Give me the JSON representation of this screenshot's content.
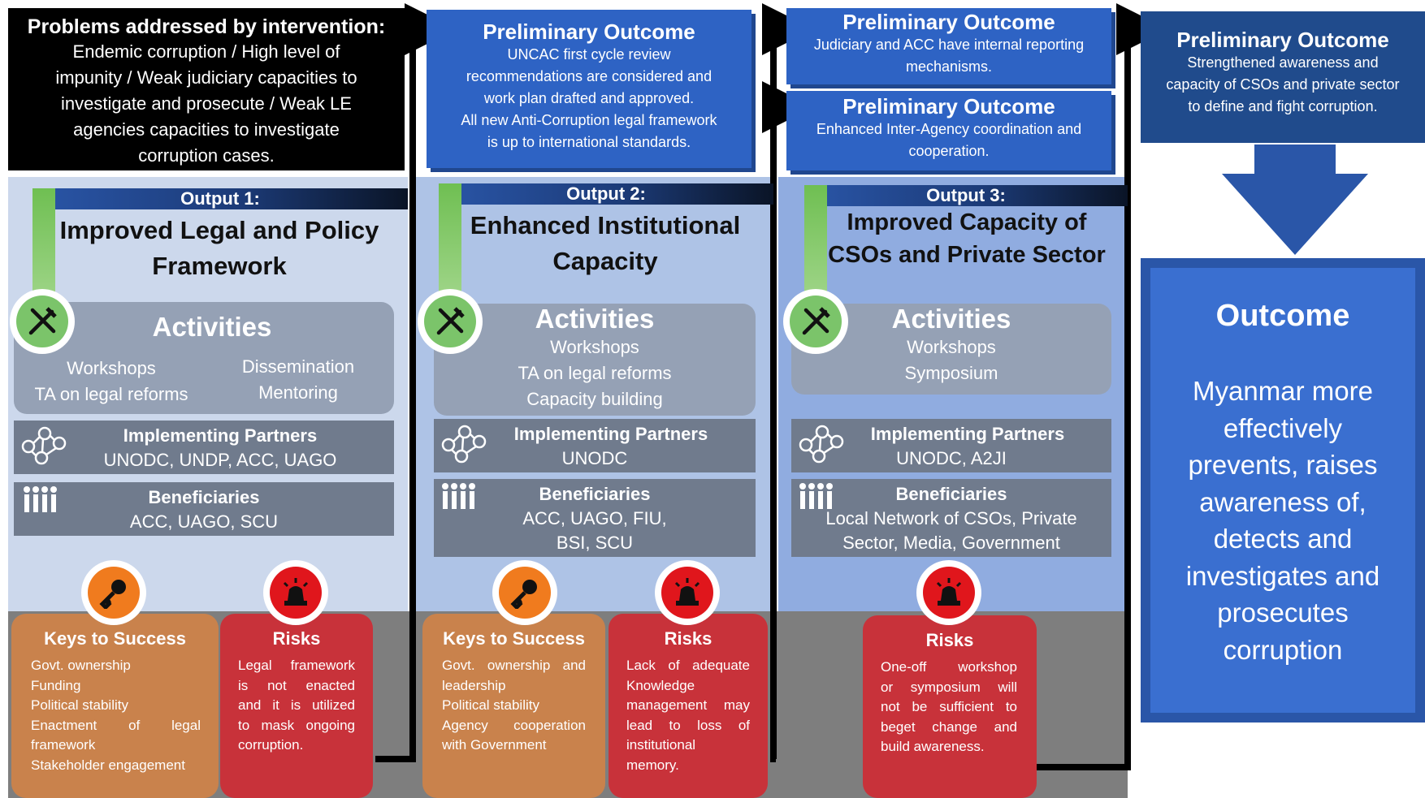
{
  "problem": {
    "title": "Problems addressed by intervention:",
    "lines": [
      "Endemic corruption / High level of",
      "impunity / Weak judiciary capacities to",
      "investigate and prosecute / Weak LE",
      "agencies capacities to investigate",
      "corruption cases."
    ]
  },
  "prelim": [
    {
      "title": "Preliminary Outcome",
      "lines": [
        "UNCAC first cycle review",
        "recommendations are considered and",
        "work plan drafted and approved.",
        "All new Anti-Corruption legal framework",
        "is up to international standards."
      ]
    },
    {
      "title": "Preliminary Outcome",
      "lines": [
        "Judiciary and ACC have internal reporting",
        "mechanisms."
      ]
    },
    {
      "title": "Preliminary Outcome",
      "lines": [
        "Enhanced Inter-Agency coordination and",
        "cooperation."
      ]
    },
    {
      "title": "Preliminary Outcome",
      "lines": [
        "Strengthened awareness and",
        "capacity of CSOs and private sector",
        "to define and fight corruption."
      ]
    }
  ],
  "outputs": [
    {
      "label": "Output 1:",
      "title": [
        "Improved Legal and Policy",
        "Framework"
      ],
      "activities_title": "Activities",
      "activities_left": [
        "Workshops",
        "TA on legal reforms"
      ],
      "activities_right": [
        "Dissemination",
        "Mentoring"
      ],
      "partners_title": "Implementing Partners",
      "partners": "UNODC, UNDP, ACC, UAGO",
      "beneficiaries_title": "Beneficiaries",
      "beneficiaries": [
        "ACC, UAGO, SCU"
      ],
      "keys_title": "Keys to Success",
      "keys": [
        "Govt. ownership",
        "Funding",
        "Political stability",
        "Enactment of legal",
        "framework",
        "Stakeholder engagement"
      ],
      "risks_title": "Risks",
      "risks": [
        "Legal framework",
        "is not enacted",
        "and it is utilized",
        "to mask ongoing",
        "corruption."
      ]
    },
    {
      "label": "Output 2:",
      "title": [
        "Enhanced Institutional",
        "Capacity"
      ],
      "activities_title": "Activities",
      "activities": [
        "Workshops",
        "TA on legal reforms",
        "Capacity building"
      ],
      "partners_title": "Implementing Partners",
      "partners": "UNODC",
      "beneficiaries_title": "Beneficiaries",
      "beneficiaries": [
        "ACC, UAGO, FIU,",
        "BSI, SCU"
      ],
      "keys_title": "Keys to Success",
      "keys": [
        "Govt. ownership and",
        "leadership",
        "Political stability",
        "Agency cooperation",
        "with Government"
      ],
      "risks_title": "Risks",
      "risks": [
        "Lack of adequate",
        "Knowledge",
        "management may",
        "lead to loss of",
        "institutional",
        "memory."
      ]
    },
    {
      "label": "Output 3:",
      "title": [
        "Improved Capacity of",
        "CSOs and Private Sector"
      ],
      "activities_title": "Activities",
      "activities": [
        "Workshops",
        "Symposium"
      ],
      "partners_title": "Implementing Partners",
      "partners": "UNODC, A2JI",
      "beneficiaries_title": "Beneficiaries",
      "beneficiaries": [
        "Local Network of CSOs, Private",
        "Sector, Media, Government"
      ],
      "risks_title": "Risks",
      "risks": [
        "One-off workshop",
        "or symposium will",
        "not be sufficient to",
        "beget change and",
        "build awareness."
      ]
    }
  ],
  "outcome": {
    "title": "Outcome",
    "lines": [
      "Myanmar more",
      "effectively",
      "prevents, raises",
      "awareness of,",
      "detects and",
      "investigates and",
      "prosecutes",
      "corruption"
    ]
  }
}
